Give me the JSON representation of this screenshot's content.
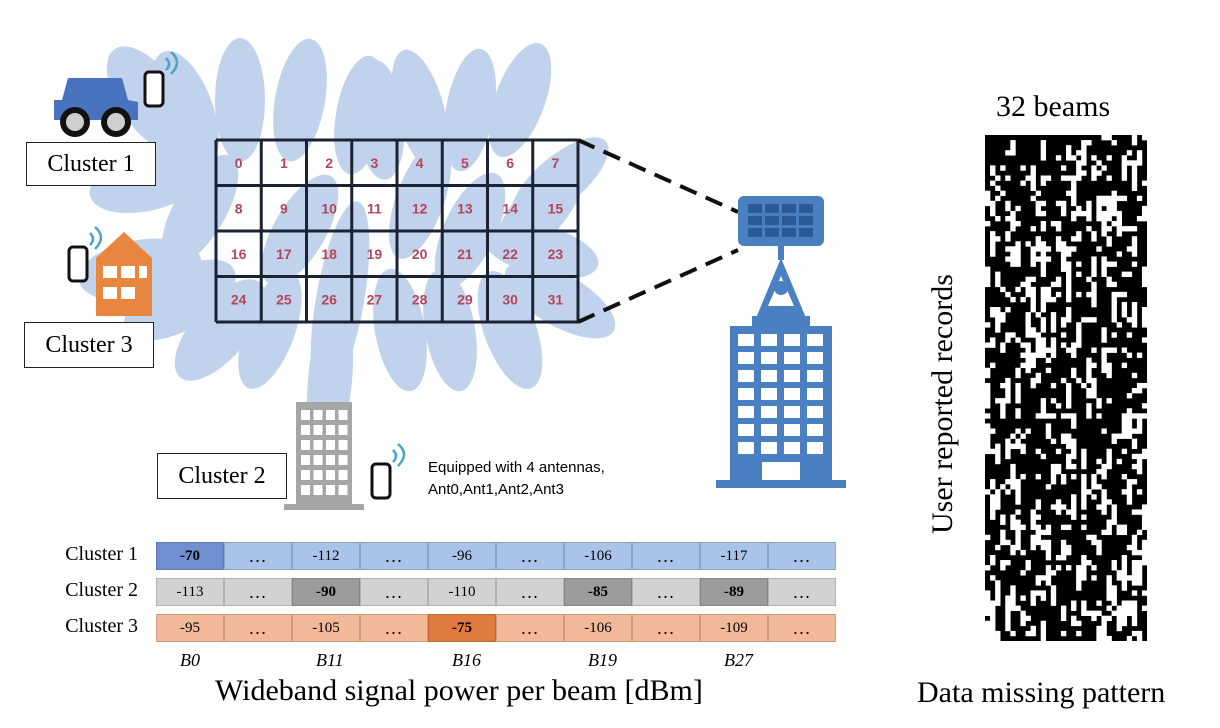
{
  "clusters": {
    "c1": "Cluster 1",
    "c2": "Cluster 2",
    "c3": "Cluster 3"
  },
  "grid_numbers": [
    "0",
    "1",
    "2",
    "3",
    "4",
    "5",
    "6",
    "7",
    "8",
    "9",
    "10",
    "11",
    "12",
    "13",
    "14",
    "15",
    "16",
    "17",
    "18",
    "19",
    "20",
    "21",
    "22",
    "23",
    "24",
    "25",
    "26",
    "27",
    "28",
    "29",
    "30",
    "31"
  ],
  "antenna_note": {
    "line1": "Equipped with 4 antennas,",
    "line2": "Ant0,Ant1,Ant2,Ant3"
  },
  "table": {
    "rows": [
      {
        "label": "Cluster 1",
        "cells": [
          "-70",
          "…",
          "-112",
          "…",
          "-96",
          "…",
          "-106",
          "…",
          "-117",
          "…"
        ],
        "highlight": [
          0
        ],
        "base": "#a9c4e8",
        "strong": "#6f8fd0"
      },
      {
        "label": "Cluster 2",
        "cells": [
          "-113",
          "…",
          "-90",
          "…",
          "-110",
          "…",
          "-85",
          "…",
          "-89",
          "…"
        ],
        "highlight": [
          2,
          6,
          8
        ],
        "base": "#d2d2d2",
        "strong": "#9c9c9c"
      },
      {
        "label": "Cluster 3",
        "cells": [
          "-95",
          "…",
          "-105",
          "…",
          "-75",
          "…",
          "-106",
          "…",
          "-109",
          "…"
        ],
        "highlight": [
          4
        ],
        "base": "#f1b89a",
        "strong": "#e07a3f"
      }
    ],
    "beam_labels": [
      "B0",
      "B11",
      "B16",
      "B19",
      "B27"
    ],
    "caption": "Wideband signal power per beam [dBm]"
  },
  "pattern": {
    "top_label": "32 beams",
    "side_label": "User reported records",
    "caption": "Data missing pattern"
  },
  "colors": {
    "beam": "#8fb0dd",
    "grid_number": "#b4455a",
    "tower": "#4a7fc1",
    "house": "#e8853f",
    "gray_building": "#a6a6a6"
  }
}
